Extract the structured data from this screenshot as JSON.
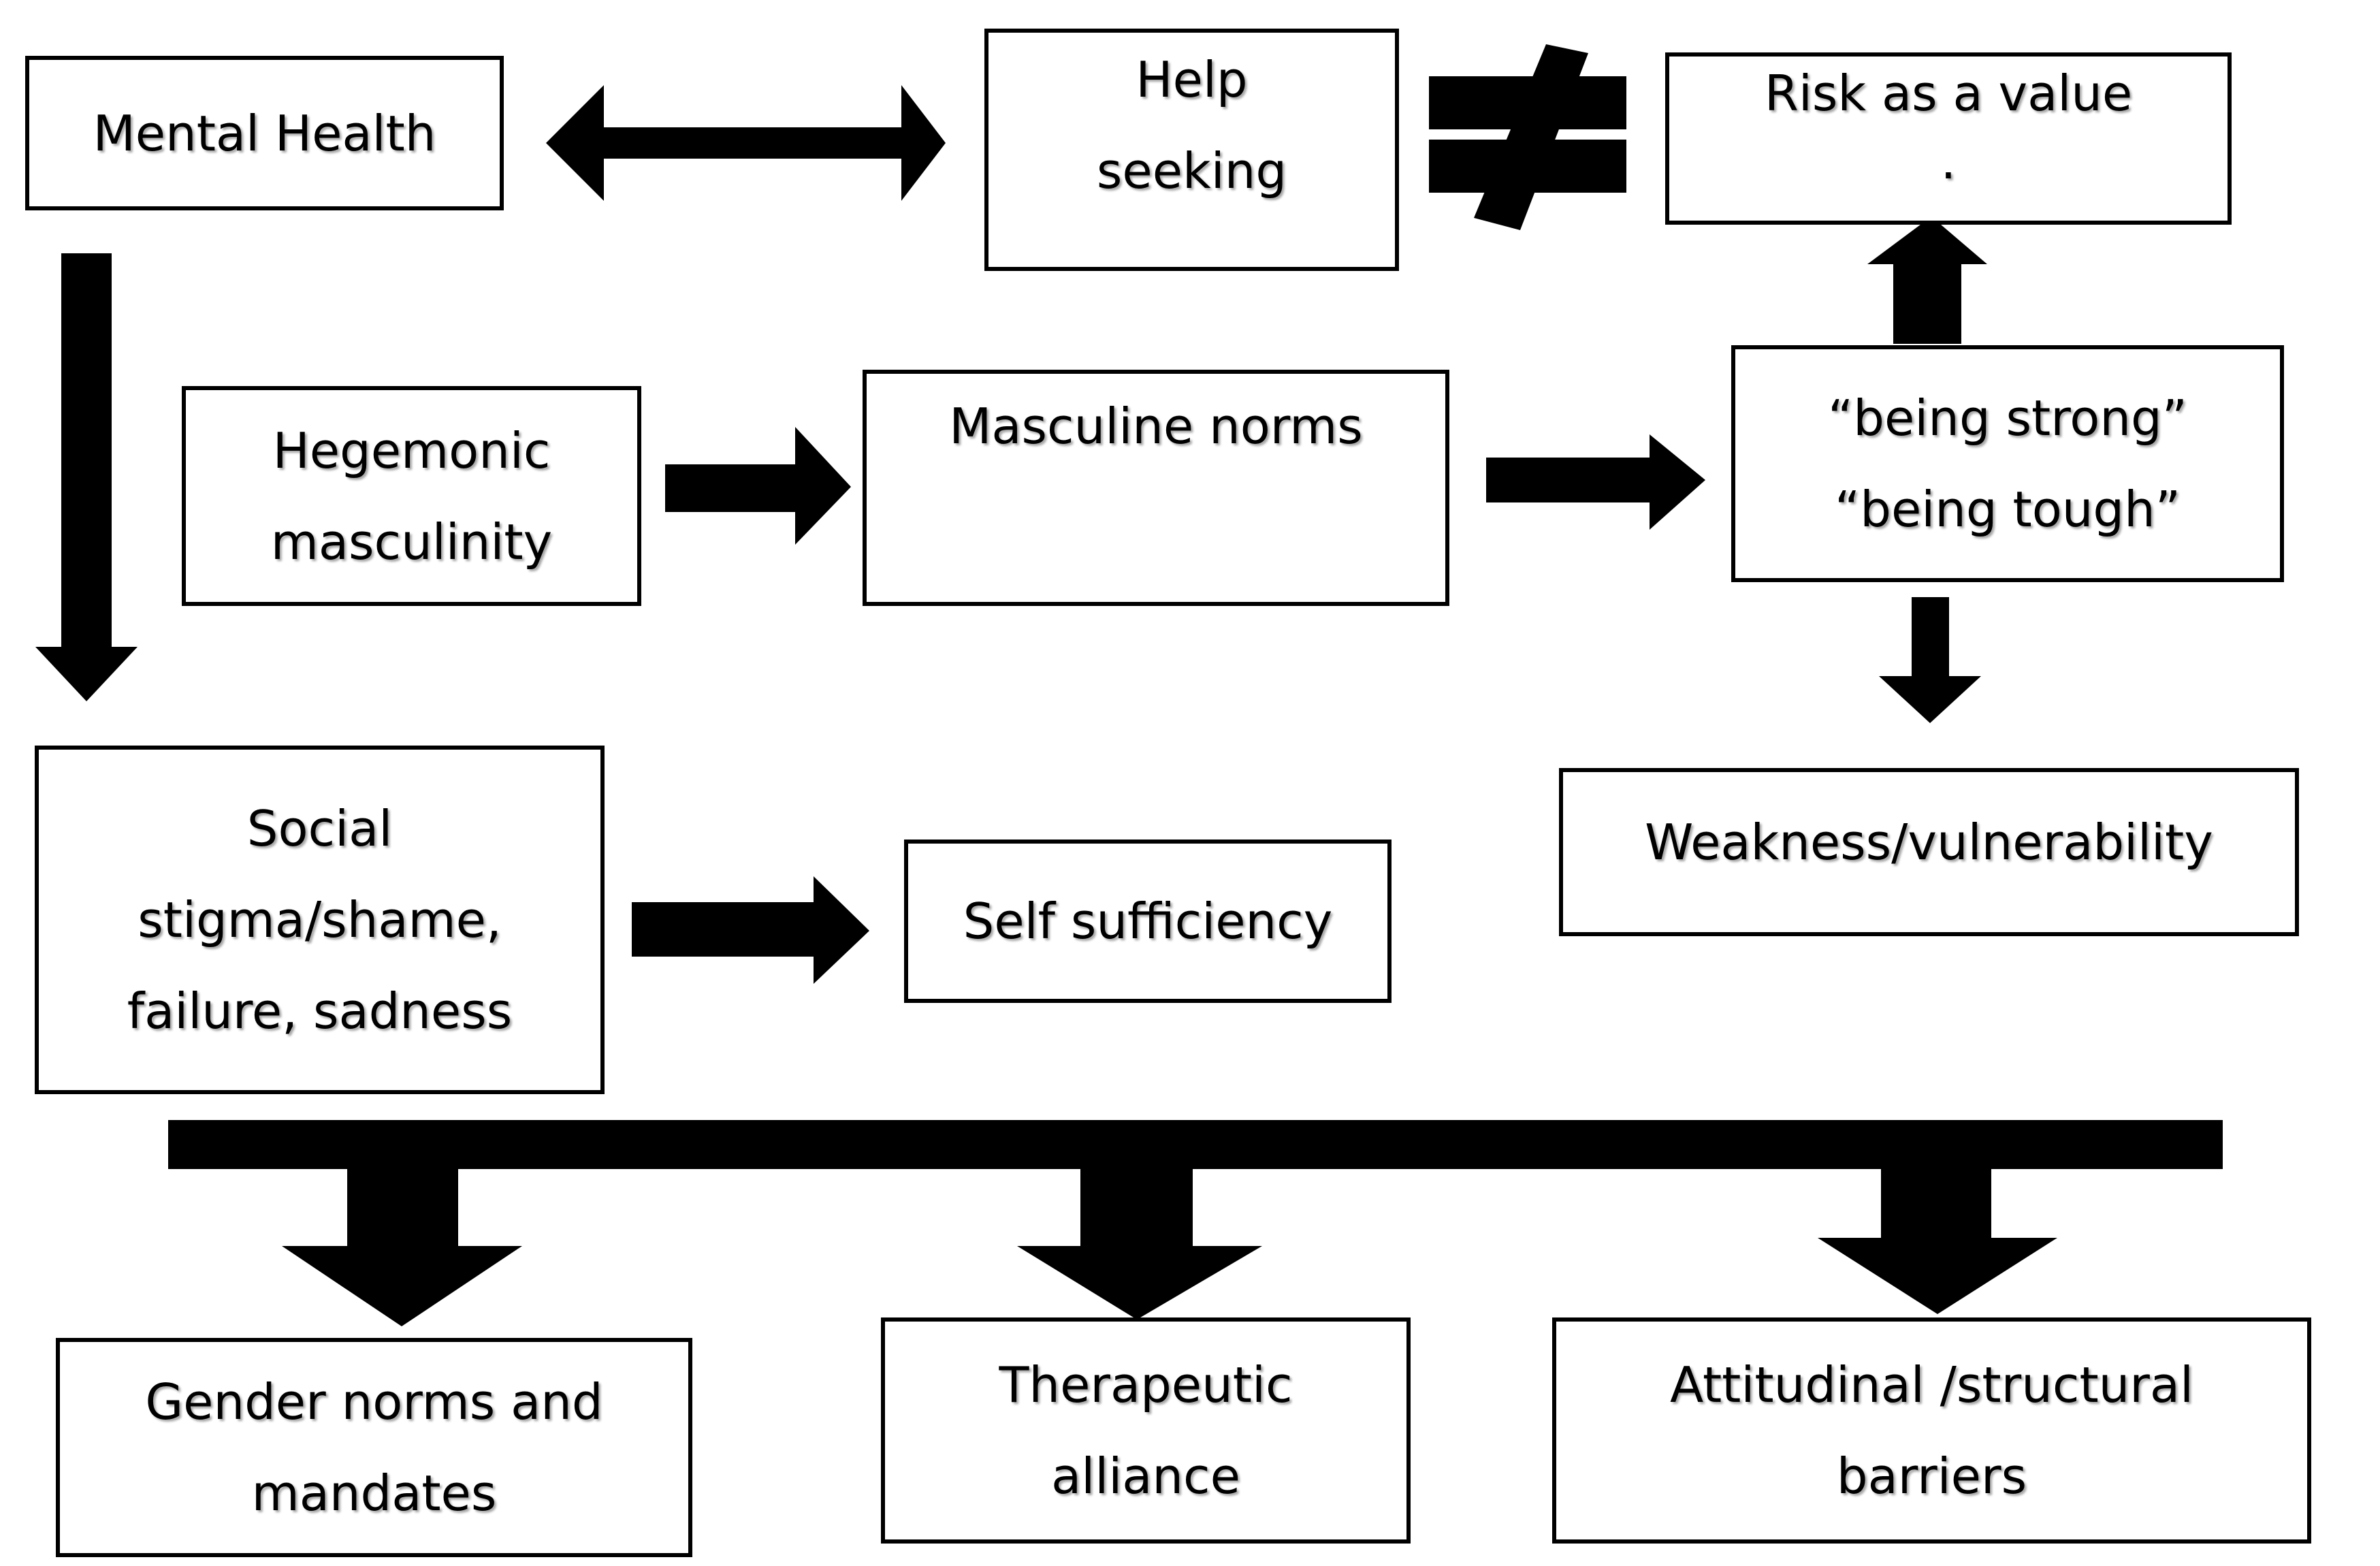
{
  "colors": {
    "stroke": "#000000",
    "fill": "#000000",
    "background": "#ffffff",
    "text": "#000000"
  },
  "nodes": {
    "mental_health": [
      "Mental Health"
    ],
    "help_seeking": [
      "Help",
      "seeking"
    ],
    "risk_as_value": [
      "Risk as a value",
      "."
    ],
    "hegemonic_masculinity": [
      "Hegemonic",
      "masculinity"
    ],
    "masculine_norms": [
      "Masculine norms"
    ],
    "being_strong_tough": [
      "“being strong”",
      "“being tough”"
    ],
    "social_stigma": [
      "Social",
      "stigma/shame,",
      "failure, sadness"
    ],
    "self_sufficiency": [
      "Self sufficiency"
    ],
    "weakness_vulnerability": [
      "Weakness/vulnerability"
    ],
    "gender_norms": [
      "Gender norms and",
      "mandates"
    ],
    "therapeutic_alliance": [
      "Therapeutic",
      "alliance"
    ],
    "barriers": [
      "Attitudinal /structural",
      "barriers"
    ]
  },
  "connectors": [
    {
      "from": "mental_health",
      "to": "help_seeking",
      "type": "double-arrow"
    },
    {
      "from": "help_seeking",
      "to": "risk_as_value",
      "type": "not-equal"
    },
    {
      "from": "mental_health",
      "to": "social_stigma",
      "type": "arrow"
    },
    {
      "from": "hegemonic_masculinity",
      "to": "masculine_norms",
      "type": "arrow"
    },
    {
      "from": "masculine_norms",
      "to": "being_strong_tough",
      "type": "arrow"
    },
    {
      "from": "being_strong_tough",
      "to": "risk_as_value",
      "type": "arrow"
    },
    {
      "from": "being_strong_tough",
      "to": "weakness_vulnerability",
      "type": "arrow"
    },
    {
      "from": "social_stigma",
      "to": "self_sufficiency",
      "type": "arrow"
    },
    {
      "from": "bar",
      "to": "gender_norms",
      "type": "arrow"
    },
    {
      "from": "bar",
      "to": "therapeutic_alliance",
      "type": "arrow"
    },
    {
      "from": "bar",
      "to": "barriers",
      "type": "arrow"
    }
  ]
}
